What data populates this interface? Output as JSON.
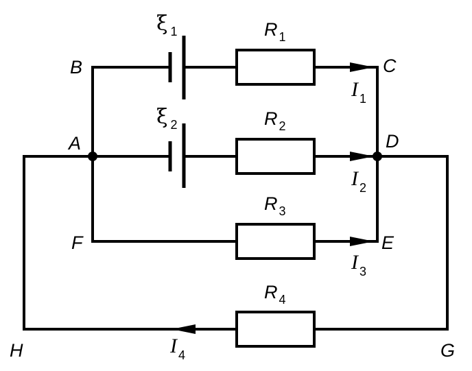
{
  "nodes": {
    "A": "A",
    "B": "B",
    "C": "C",
    "D": "D",
    "E": "E",
    "F": "F",
    "G": "G",
    "H": "H"
  },
  "emf": [
    {
      "symbol": "ξ",
      "sub": "1"
    },
    {
      "symbol": "ξ",
      "sub": "2"
    }
  ],
  "resistors": [
    {
      "symbol": "R",
      "sub": "1"
    },
    {
      "symbol": "R",
      "sub": "2"
    },
    {
      "symbol": "R",
      "sub": "3"
    },
    {
      "symbol": "R",
      "sub": "4"
    }
  ],
  "currents": [
    {
      "symbol": "I",
      "sub": "1"
    },
    {
      "symbol": "I",
      "sub": "2"
    },
    {
      "symbol": "I",
      "sub": "3"
    },
    {
      "symbol": "I",
      "sub": "4"
    }
  ]
}
